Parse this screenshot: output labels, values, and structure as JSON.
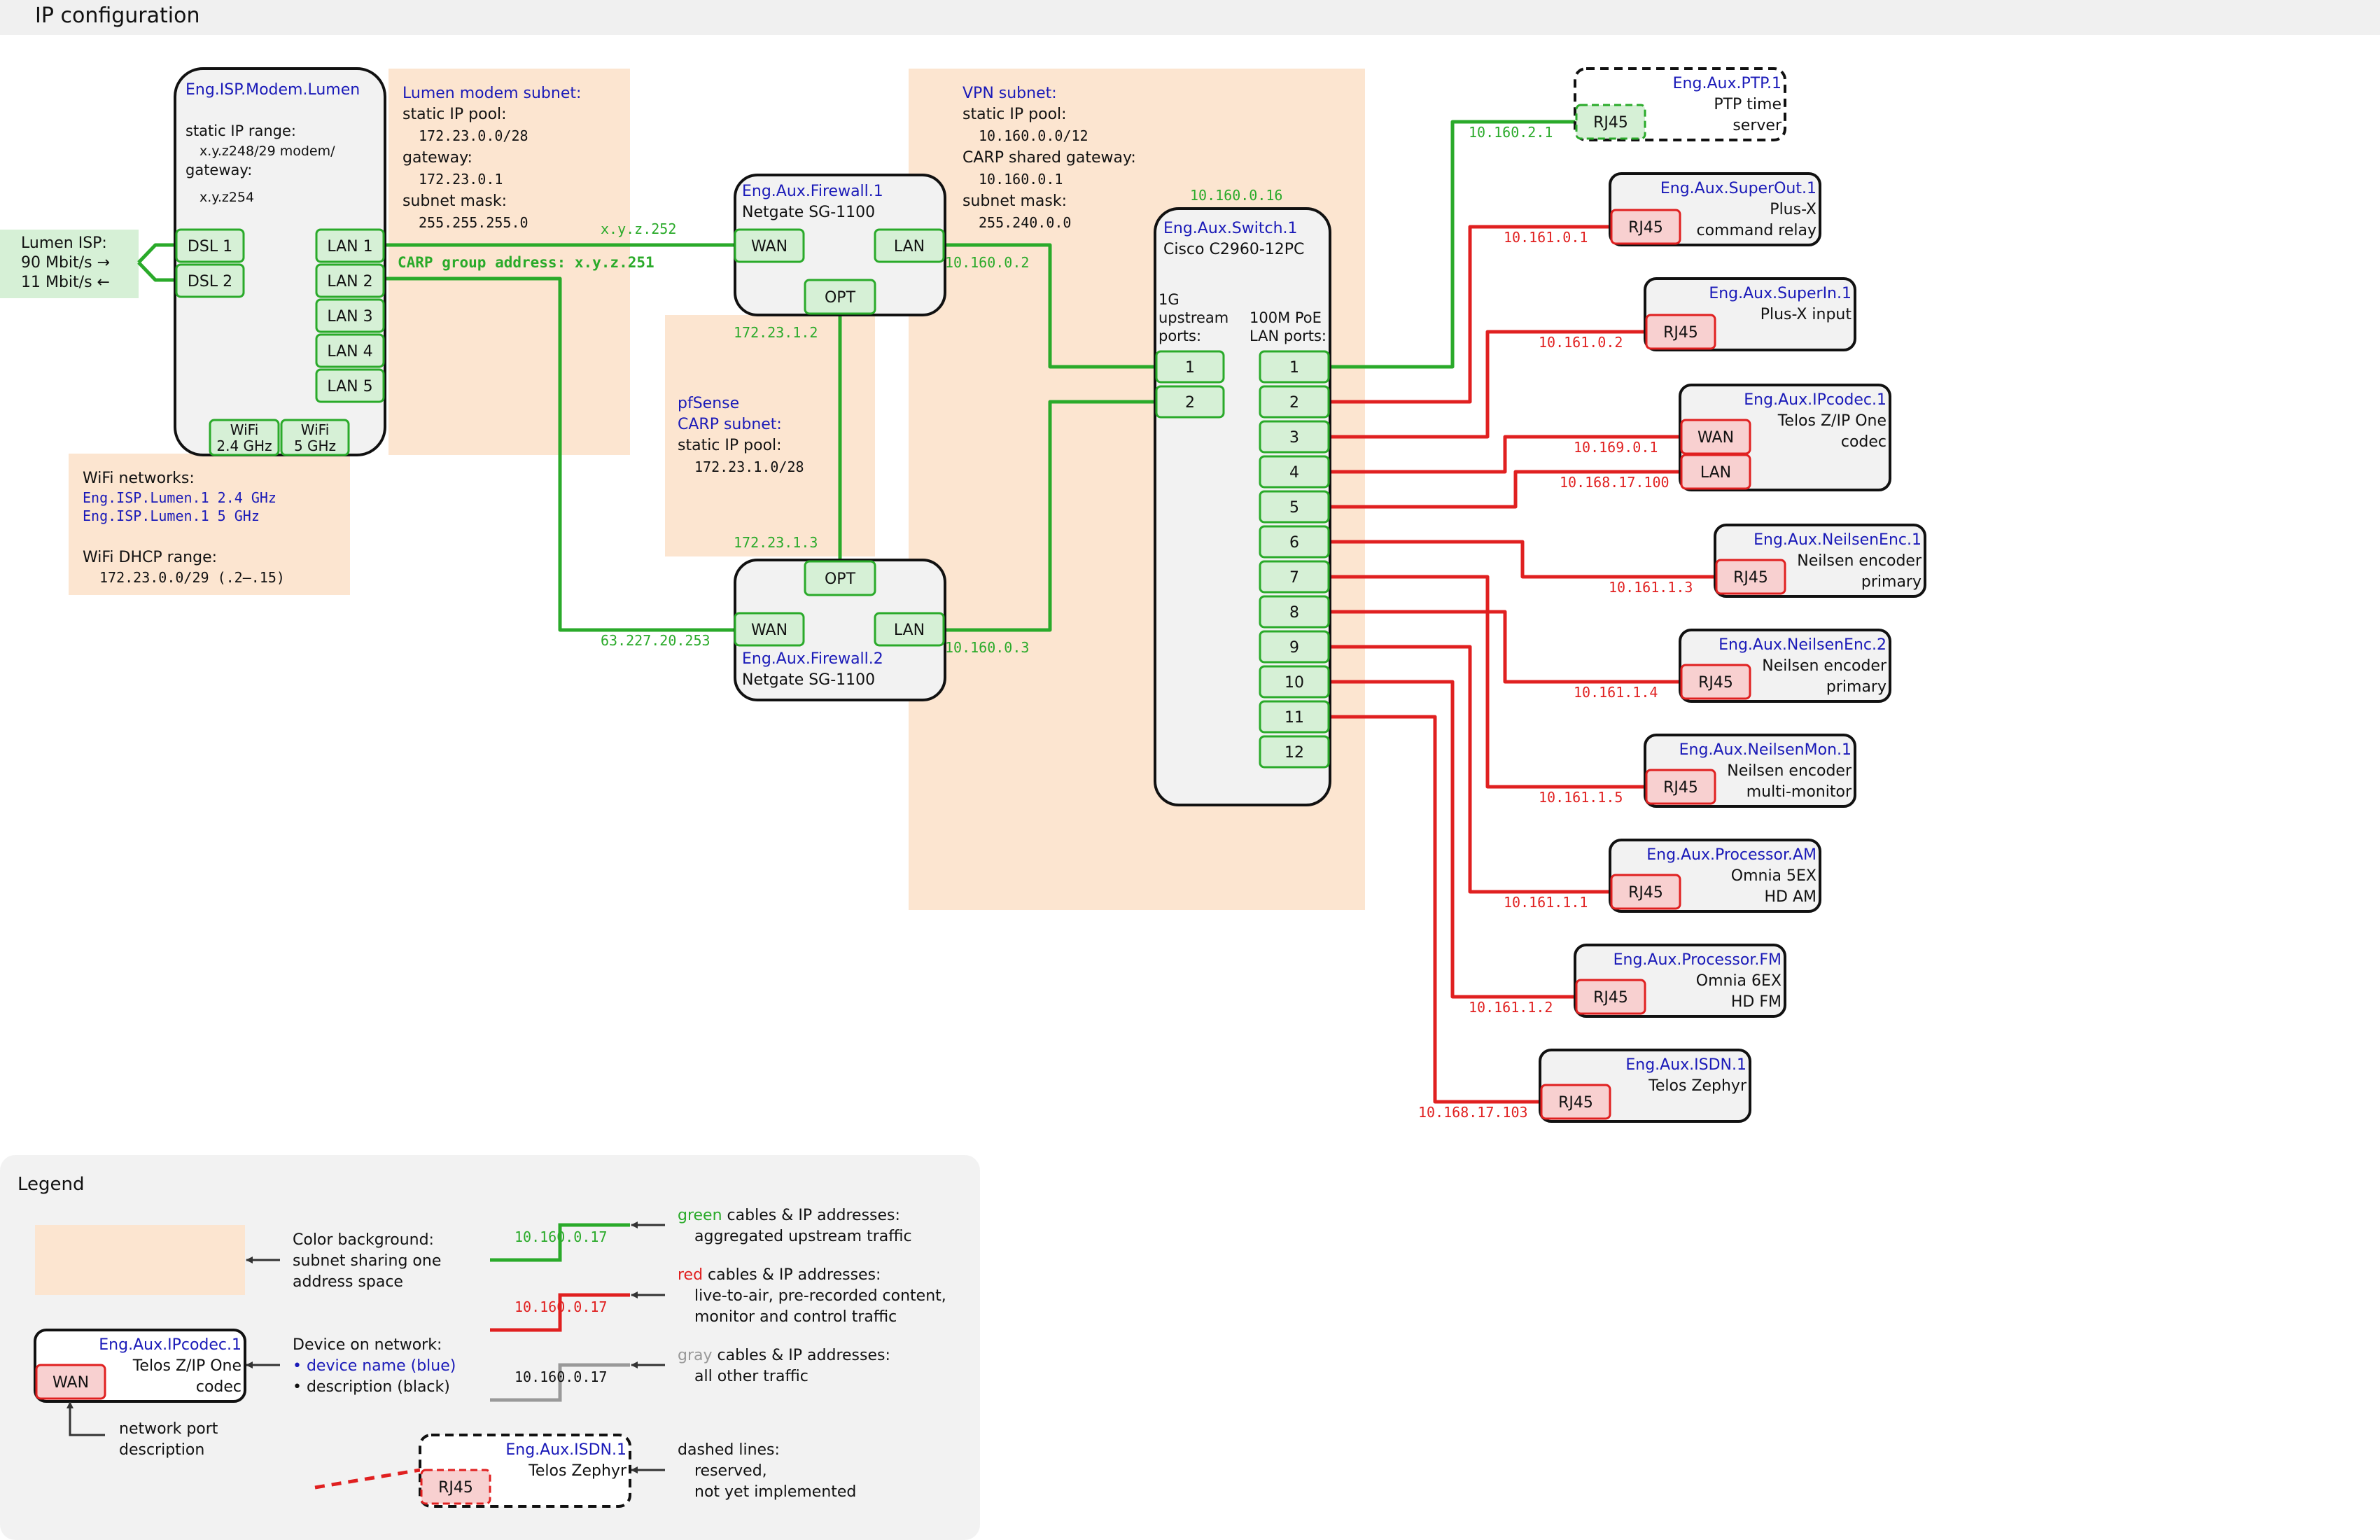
{
  "title": "IP configuration",
  "colors": {
    "green": "#2aaa2a",
    "red": "#e02020",
    "gray": "#999999",
    "blue": "#1a1ab8",
    "subnet_bg": "#fce5d0",
    "device_bg": "#f2f2f2",
    "port_green_fill": "#d6f0d6",
    "port_red_fill": "#f8d0d0",
    "legend_bg": "#f2f2f2"
  },
  "isp": {
    "label": "Lumen ISP:",
    "down": "90 Mbit/s →",
    "up": "11 Mbit/s ←"
  },
  "modem": {
    "name": "Eng.ISP.Modem.Lumen",
    "lines": [
      "static IP range:",
      "x.y.z248/29  modem/",
      "gateway:",
      "x.y.z254"
    ],
    "ports": [
      "DSL 1",
      "DSL 2",
      "LAN 1",
      "LAN 2",
      "LAN 3",
      "LAN 4",
      "LAN 5"
    ],
    "wifi": [
      {
        "l1": "WiFi",
        "l2": "2.4 GHz"
      },
      {
        "l1": "WiFi",
        "l2": "5 GHz"
      }
    ]
  },
  "lumen_subnet": {
    "title": "Lumen modem subnet:",
    "lines": [
      "static IP pool:",
      "172.23.0.0/28",
      "gateway:",
      "172.23.0.1",
      "subnet mask:",
      "255.255.255.0"
    ]
  },
  "wifi_box": {
    "title": "WiFi networks:",
    "net1": "Eng.ISP.Lumen.1 2.4 GHz",
    "net2": "Eng.ISP.Lumen.1 5 GHz",
    "dhcp_label": "WiFi DHCP range:",
    "dhcp_value": "172.23.0.0/29 (.2–.15)"
  },
  "carp_address": "CARP group address: x.y.z.251",
  "ip_xyz252": "x.y.z.252",
  "firewall1": {
    "name": "Eng.Aux.Firewall.1",
    "desc": "Netgate SG-1100",
    "wan": "WAN",
    "lan": "LAN",
    "opt": "OPT"
  },
  "firewall2": {
    "name": "Eng.Aux.Firewall.2",
    "desc": "Netgate SG-1100",
    "wan": "WAN",
    "lan": "LAN",
    "opt": "OPT"
  },
  "pfsense": {
    "title1": "pfSense",
    "title2": "CARP subnet:",
    "line1": "static IP pool:",
    "line2": "172.23.1.0/28"
  },
  "ips": {
    "fw1_opt": "172.23.1.2",
    "fw2_opt": "172.23.1.3",
    "fw2_wan": "63.227.20.253",
    "fw1_lan": "10.160.0.2",
    "fw2_lan": "10.160.0.3",
    "switch": "10.160.0.16"
  },
  "vpn": {
    "title": "VPN subnet:",
    "lines": [
      "static IP pool:",
      "10.160.0.0/12",
      "CARP shared gateway:",
      "10.160.0.1",
      "subnet mask:",
      "255.240.0.0"
    ]
  },
  "switch": {
    "name": "Eng.Aux.Switch.1",
    "desc": "Cisco C2960-12PC",
    "up_label": [
      "1G",
      "upstream",
      "ports:"
    ],
    "poe_label": [
      "100M PoE",
      "LAN ports:"
    ],
    "up_ports": [
      "1",
      "2"
    ],
    "poe_ports": [
      "1",
      "2",
      "3",
      "4",
      "5",
      "6",
      "7",
      "8",
      "9",
      "10",
      "11",
      "12"
    ]
  },
  "devices": [
    {
      "name": "Eng.Aux.PTP.1",
      "desc": [
        "PTP time",
        "server"
      ],
      "ports": [
        "RJ45"
      ],
      "ips": [
        "10.160.2.1"
      ]
    },
    {
      "name": "Eng.Aux.SuperOut.1",
      "desc": [
        "Plus-X",
        "command relay"
      ],
      "ports": [
        "RJ45"
      ],
      "ips": [
        "10.161.0.1"
      ]
    },
    {
      "name": "Eng.Aux.SuperIn.1",
      "desc": [
        "Plus-X input"
      ],
      "ports": [
        "RJ45"
      ],
      "ips": [
        "10.161.0.2"
      ]
    },
    {
      "name": "Eng.Aux.IPcodec.1",
      "desc": [
        "Telos Z/IP One",
        "codec"
      ],
      "ports": [
        "WAN",
        "LAN"
      ],
      "ips": [
        "10.169.0.1",
        "10.168.17.100"
      ]
    },
    {
      "name": "Eng.Aux.NeilsenEnc.1",
      "desc": [
        "Neilsen encoder",
        "primary"
      ],
      "ports": [
        "RJ45"
      ],
      "ips": [
        "10.161.1.3"
      ]
    },
    {
      "name": "Eng.Aux.NeilsenEnc.2",
      "desc": [
        "Neilsen encoder",
        "primary"
      ],
      "ports": [
        "RJ45"
      ],
      "ips": [
        "10.161.1.4"
      ]
    },
    {
      "name": "Eng.Aux.NeilsenMon.1",
      "desc": [
        "Neilsen encoder",
        "multi-monitor"
      ],
      "ports": [
        "RJ45"
      ],
      "ips": [
        "10.161.1.5"
      ]
    },
    {
      "name": "Eng.Aux.Processor.AM",
      "desc": [
        "Omnia 5EX",
        "HD AM"
      ],
      "ports": [
        "RJ45"
      ],
      "ips": [
        "10.161.1.1"
      ]
    },
    {
      "name": "Eng.Aux.Processor.FM",
      "desc": [
        "Omnia 6EX",
        "HD FM"
      ],
      "ports": [
        "RJ45"
      ],
      "ips": [
        "10.161.1.2"
      ]
    },
    {
      "name": "Eng.Aux.ISDN.1",
      "desc": [
        "Telos Zephyr"
      ],
      "ports": [
        "RJ45"
      ],
      "ips": [
        "10.168.17.103"
      ]
    }
  ],
  "legend": {
    "title": "Legend",
    "bg_desc": [
      "Color background:",
      "subnet sharing one",
      "address space"
    ],
    "device_example": {
      "name": "Eng.Aux.IPcodec.1",
      "desc": [
        "Telos Z/IP One",
        "codec"
      ],
      "port": "WAN"
    },
    "device_desc": [
      "Device on network:",
      "• device name (blue)",
      "• description (black)"
    ],
    "port_desc": [
      "network port",
      "description"
    ],
    "green_ip": "10.160.0.17",
    "red_ip": "10.160.0.17",
    "gray_ip": "10.160.0.17",
    "green_word": "green",
    "green_rest": " cables & IP addresses:",
    "green_line2": "aggregated upstream traffic",
    "red_word": "red",
    "red_rest": " cables & IP addresses:",
    "red_line2": "live-to-air, pre-recorded content,",
    "red_line3": "monitor and control traffic",
    "gray_word": "gray",
    "gray_rest": " cables & IP addresses:",
    "gray_line2": "all other traffic",
    "dashed_example": {
      "name": "Eng.Aux.ISDN.1",
      "desc": "Telos Zephyr",
      "port": "RJ45"
    },
    "dashed_desc": [
      "dashed lines:",
      "reserved,",
      "not yet implemented"
    ]
  }
}
